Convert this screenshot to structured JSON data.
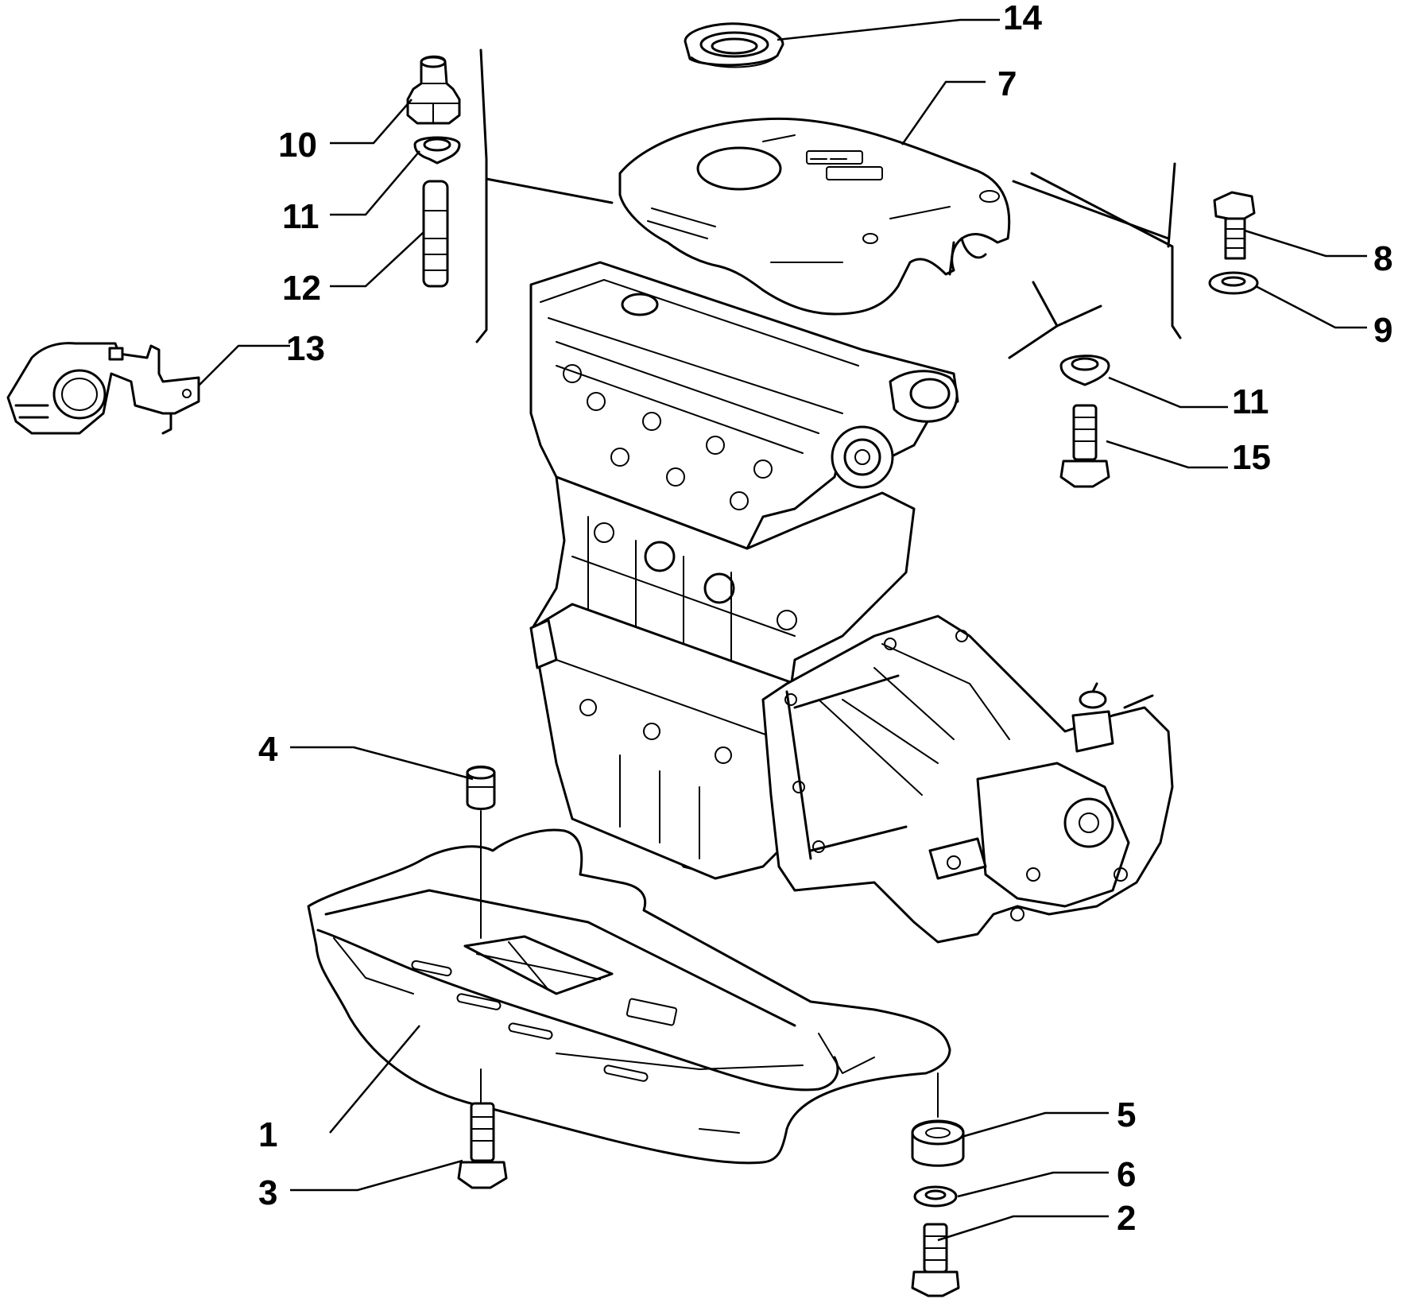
{
  "callouts": [
    {
      "id": "1",
      "label": "1"
    },
    {
      "id": "2",
      "label": "2"
    },
    {
      "id": "3",
      "label": "3"
    },
    {
      "id": "4",
      "label": "4"
    },
    {
      "id": "5",
      "label": "5"
    },
    {
      "id": "6",
      "label": "6"
    },
    {
      "id": "7",
      "label": "7"
    },
    {
      "id": "8",
      "label": "8"
    },
    {
      "id": "9",
      "label": "9"
    },
    {
      "id": "10",
      "label": "10"
    },
    {
      "id": "11a",
      "label": "11"
    },
    {
      "id": "11b",
      "label": "11"
    },
    {
      "id": "12",
      "label": "12"
    },
    {
      "id": "13",
      "label": "13"
    },
    {
      "id": "14",
      "label": "14"
    },
    {
      "id": "15",
      "label": "15"
    }
  ]
}
